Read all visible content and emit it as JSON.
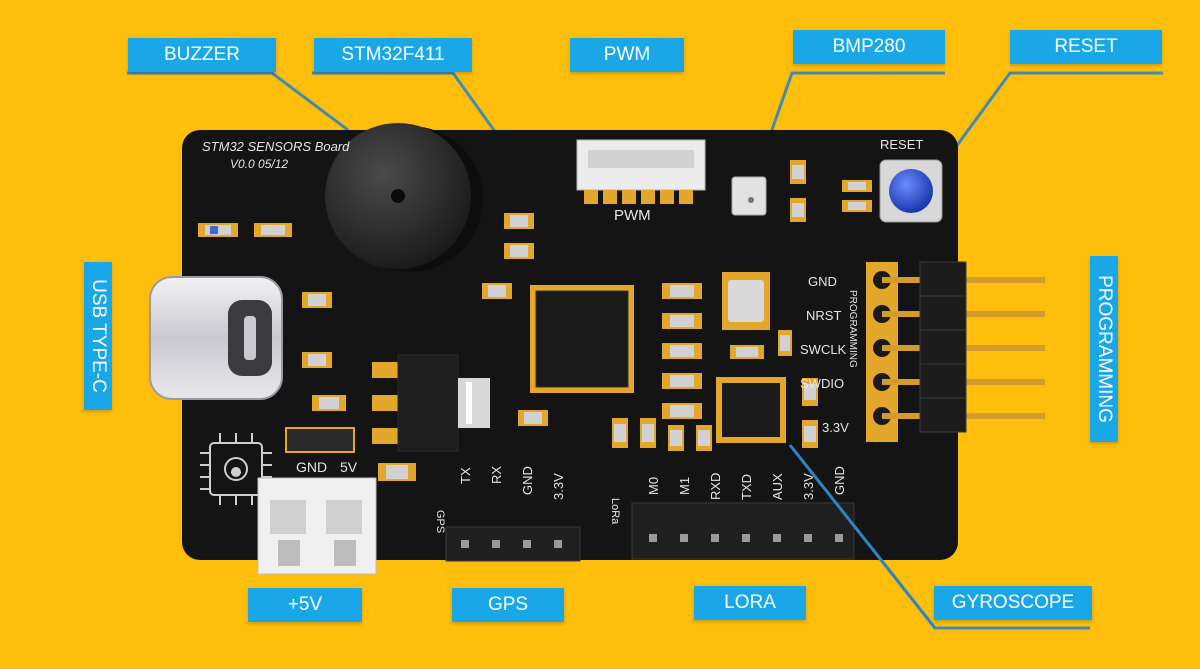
{
  "callouts": {
    "buzzer": "BUZZER",
    "stm32": "STM32F411",
    "pwm": "PWM",
    "bmp280": "BMP280",
    "reset": "RESET",
    "usb": "USB TYPE-C",
    "programming": "PROGRAMMING",
    "power": "+5V",
    "gps": "GPS",
    "lora": "LORA",
    "gyroscope": "GYROSCOPE"
  },
  "silkscreen": {
    "board_name": "STM32 SENSORS Board",
    "version": "V0.0 05/12",
    "pwm": "PWM",
    "reset": "RESET",
    "power_gnd": "GND",
    "power_5v": "5V",
    "programming": "PROGRAMMING",
    "prog_pins": [
      "GND",
      "NRST",
      "SWCLK",
      "SWDIO",
      "3.3V"
    ],
    "gps": "GPS",
    "gps_pins": [
      "TX",
      "RX",
      "GND",
      "3.3V"
    ],
    "lora": "LoRa",
    "lora_pins": [
      "M0",
      "M1",
      "RXD",
      "TXD",
      "AUX",
      "3.3V",
      "GND"
    ]
  },
  "colors": {
    "background": "#FFBE0B",
    "callout": "#1AA7E8",
    "board": "#141414",
    "pad_gold": "#E3A82B"
  }
}
